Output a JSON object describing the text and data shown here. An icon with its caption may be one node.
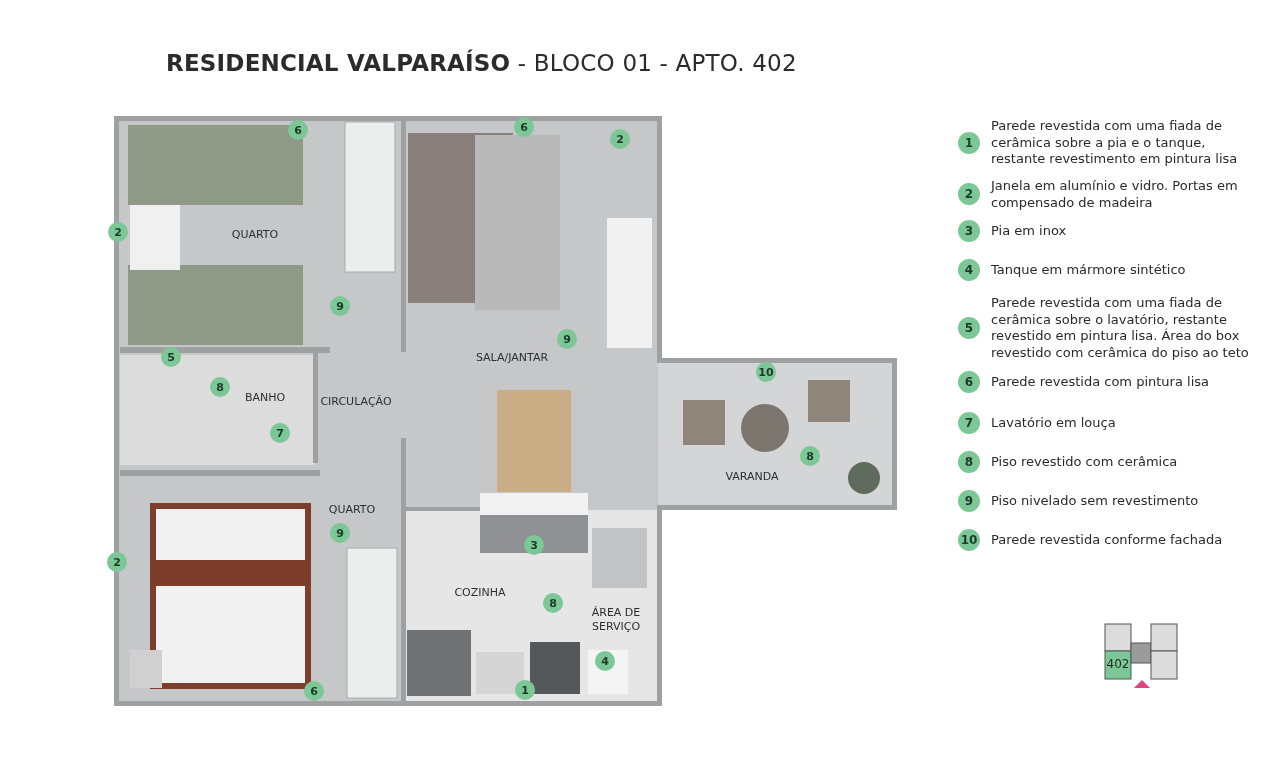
{
  "diagram": {
    "title": "**RESIDENCIAL VALPARAÍSO** - BLOCO 01 - APTO. 402",
    "labels": [
      "6",
      "6",
      "2",
      "2",
      "QUARTO",
      "9",
      "9",
      "5",
      "SALA/JANTAR",
      "8",
      "BANHO",
      "CIRCULAÇÃO",
      "10",
      "7",
      "8",
      "VARANDA",
      "QUARTO",
      "9",
      "3",
      "2",
      "COZINHA",
      "8",
      "ÁREA DE SERVIÇO",
      "4",
      "6",
      "1",
      "1",
      "Parede revestida com uma fiada de cerâmica sobre a pia e o tanque, restante revestimento em pintura lisa",
      "2",
      "Janela em alumínio e vidro. Portas em compensado de madeira",
      "3",
      "Pia em inox",
      "4",
      "Tanque em mármore sintético",
      "5",
      "Parede revestida com uma fiada de cerâmica sobre o lavatório, restante revestido em pintura lisa. Área do box revestido com cerâmica do piso ao teto",
      "6",
      "Parede revestida com pintura lisa",
      "7",
      "Lavatório em louça",
      "8",
      "Piso revestido com cerâmica",
      "9",
      "Piso nivelado sem revestimento",
      "10",
      "Parede revestida conforme fachada",
      "402"
    ]
  }
}
